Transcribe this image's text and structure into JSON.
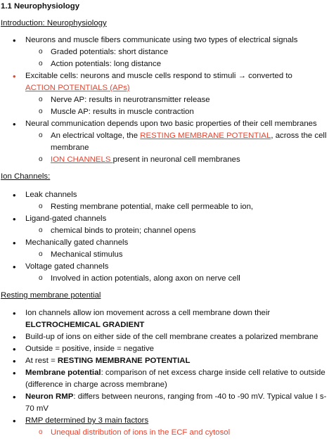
{
  "title": "1.1 Neurophysiology",
  "sections": {
    "intro": {
      "heading": "Introduction: Neurophysiology",
      "b1": "Neurons and muscle fibers communicate using two types of electrical signals",
      "b1_s1": "Graded potentials: short distance",
      "b1_s2": "Action potentials: long distance",
      "b2_text": "Excitable cells: neurons and muscle cells respond to stimuli → converted to",
      "b2_red": "ACTION POTENTIALS (APs)",
      "b2_s1": "Nerve AP: results in neurotransmitter release",
      "b2_s2": "Muscle AP: results in muscle contraction",
      "b3": "Neural communication depends upon two basic properties of their cell membranes",
      "b3_s1_a": "An electrical voltage, the ",
      "b3_s1_red": "RESTING MEMBRANE POTENTIAL",
      "b3_s1_b": ", across the cell membrane",
      "b3_s2_red": "ION CHANNELS ",
      "b3_s2_b": "present in neuronal cell membranes"
    },
    "ion_channels": {
      "heading": "Ion Channels:",
      "b1": "Leak channels",
      "b1_s1": "Resting membrane potential, make cell permeable to ion,",
      "b2": "Ligand-gated channels",
      "b2_s1": "chemical binds to protein; channel opens",
      "b3": "Mechanically gated channels",
      "b3_s1": "Mechanical stimulus",
      "b4": "Voltage gated channels",
      "b4_s1": "Involved in action potentials, along axon on nerve cell"
    },
    "rmp": {
      "heading": "Resting membrane potential",
      "b1_a": "Ion channels allow ion movement across a cell membrane down their",
      "b1_bold": "ELCTROCHEMICAL GRADIENT",
      "b2": "Build-up of ions on either side of the cell membrane creates a polarized membrane",
      "b3": "Outside = positive, inside = negative",
      "b4_a": "At rest = ",
      "b4_bold": "RESTING MEMBRANE POTENTIAL",
      "b5_bold": "Membrane potential",
      "b5_b": ": comparison of net excess charge inside cell relative to outside (difference in charge across membrane)",
      "b6_bold": "Neuron RMP",
      "b6_b": ": differs between neurons, ranging from -40 to -90 mV. Typical value I s-70 mV",
      "b7": "RMP determined by 3 main factors",
      "b7_s1": "Unequal distribution of ions in the ECF and cytosol"
    }
  }
}
